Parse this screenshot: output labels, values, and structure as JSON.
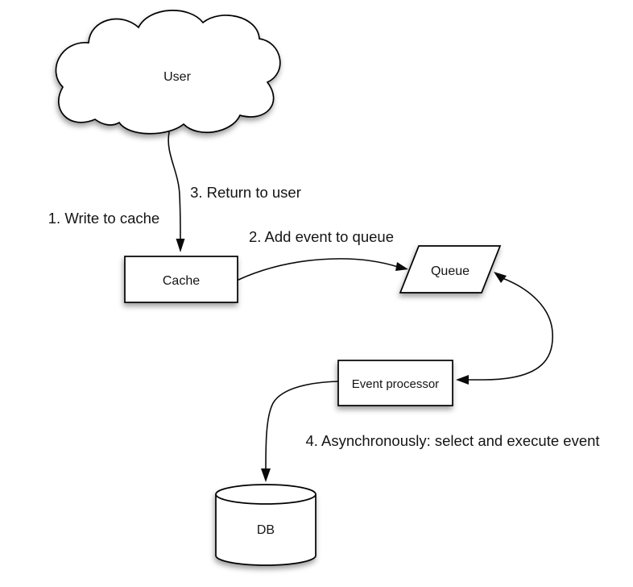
{
  "diagram": {
    "type": "flow-diagram",
    "background_color": "#ffffff",
    "stroke_color": "#000000",
    "node_fill_color": "#ffffff",
    "text_color": "#141414",
    "nodes": {
      "user": {
        "label": "User",
        "shape": "cloud"
      },
      "cache": {
        "label": "Cache",
        "shape": "rectangle"
      },
      "queue": {
        "label": "Queue",
        "shape": "parallelogram"
      },
      "event_processor": {
        "label": "Event processor",
        "shape": "rectangle"
      },
      "db": {
        "label": "DB",
        "shape": "cylinder"
      }
    },
    "edges": {
      "user_to_cache": {
        "from": "user",
        "to": "cache",
        "style": "arrow"
      },
      "cache_to_queue": {
        "from": "cache",
        "to": "queue",
        "style": "arrow"
      },
      "queue_event_processor": {
        "from": "queue",
        "to": "event_processor",
        "style": "double-arrow"
      },
      "event_processor_to_db": {
        "from": "event_processor",
        "to": "db",
        "style": "arrow"
      }
    },
    "labels": {
      "step1": "1. Write to cache",
      "step2": "2. Add event to queue",
      "step3": "3. Return to user",
      "step4": "4. Asynchronously: select and execute event"
    }
  }
}
